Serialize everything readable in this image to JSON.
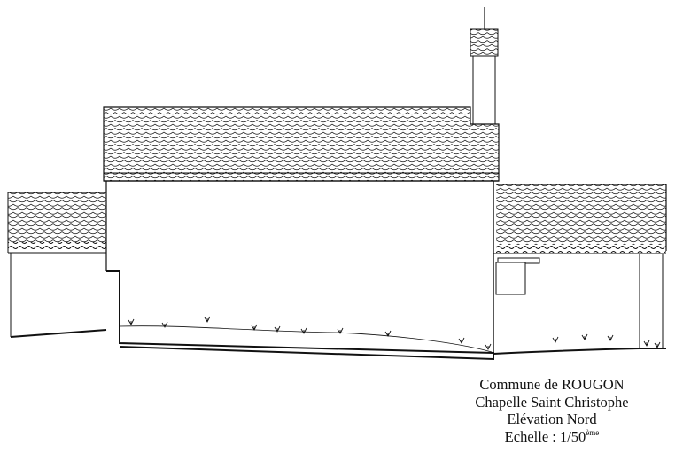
{
  "caption": {
    "commune": "Commune de ROUGON",
    "building": "Chapelle Saint Christophe",
    "view": "Elévation Nord",
    "scale_label": "Echelle : 1/50",
    "scale_suffix": "ème"
  },
  "colors": {
    "ink": "#111111",
    "paper": "#ffffff"
  }
}
